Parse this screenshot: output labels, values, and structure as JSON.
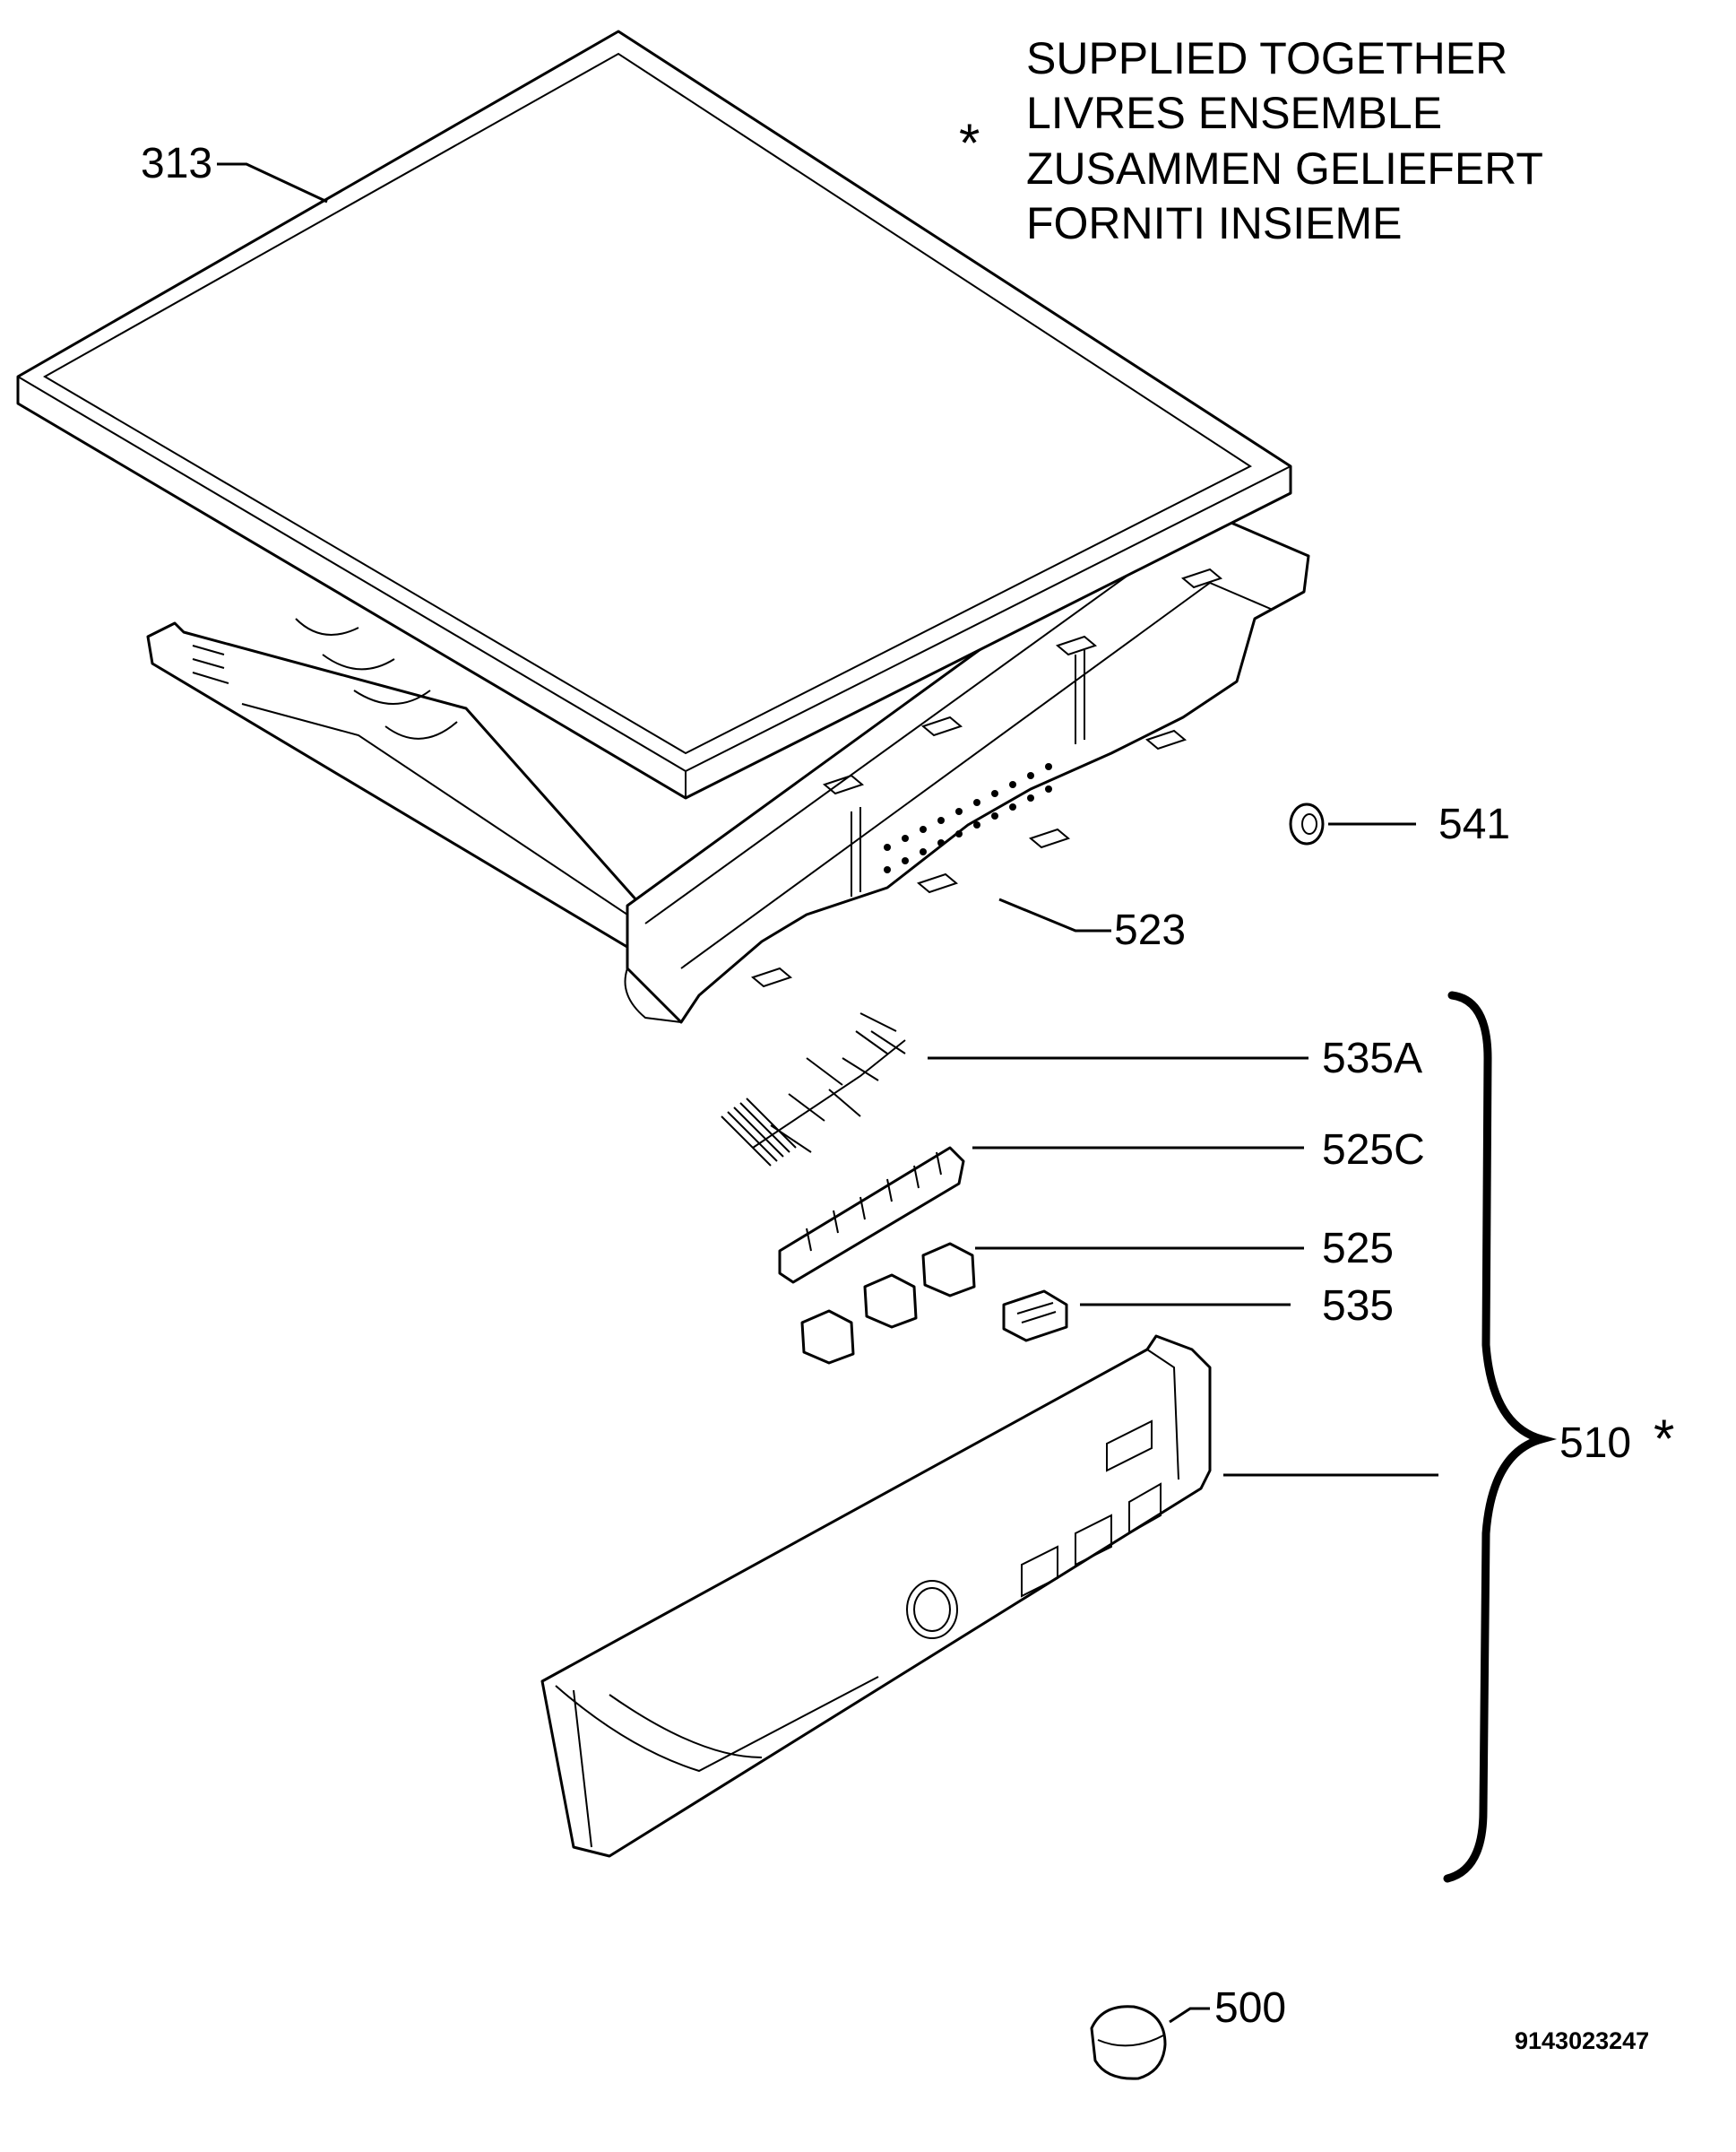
{
  "legend": {
    "marker": "*",
    "lines": [
      "SUPPLIED TOGETHER",
      "LIVRES ENSEMBLE",
      "ZUSAMMEN GELIEFERT",
      "FORNITI INSIEME"
    ]
  },
  "labels": {
    "p313": "313",
    "p541": "541",
    "p523": "523",
    "p535A": "535A",
    "p525C": "525C",
    "p525": "525",
    "p535": "535",
    "p510": "510",
    "p510_marker": "*",
    "p500": "500"
  },
  "document_number": "9143023247"
}
